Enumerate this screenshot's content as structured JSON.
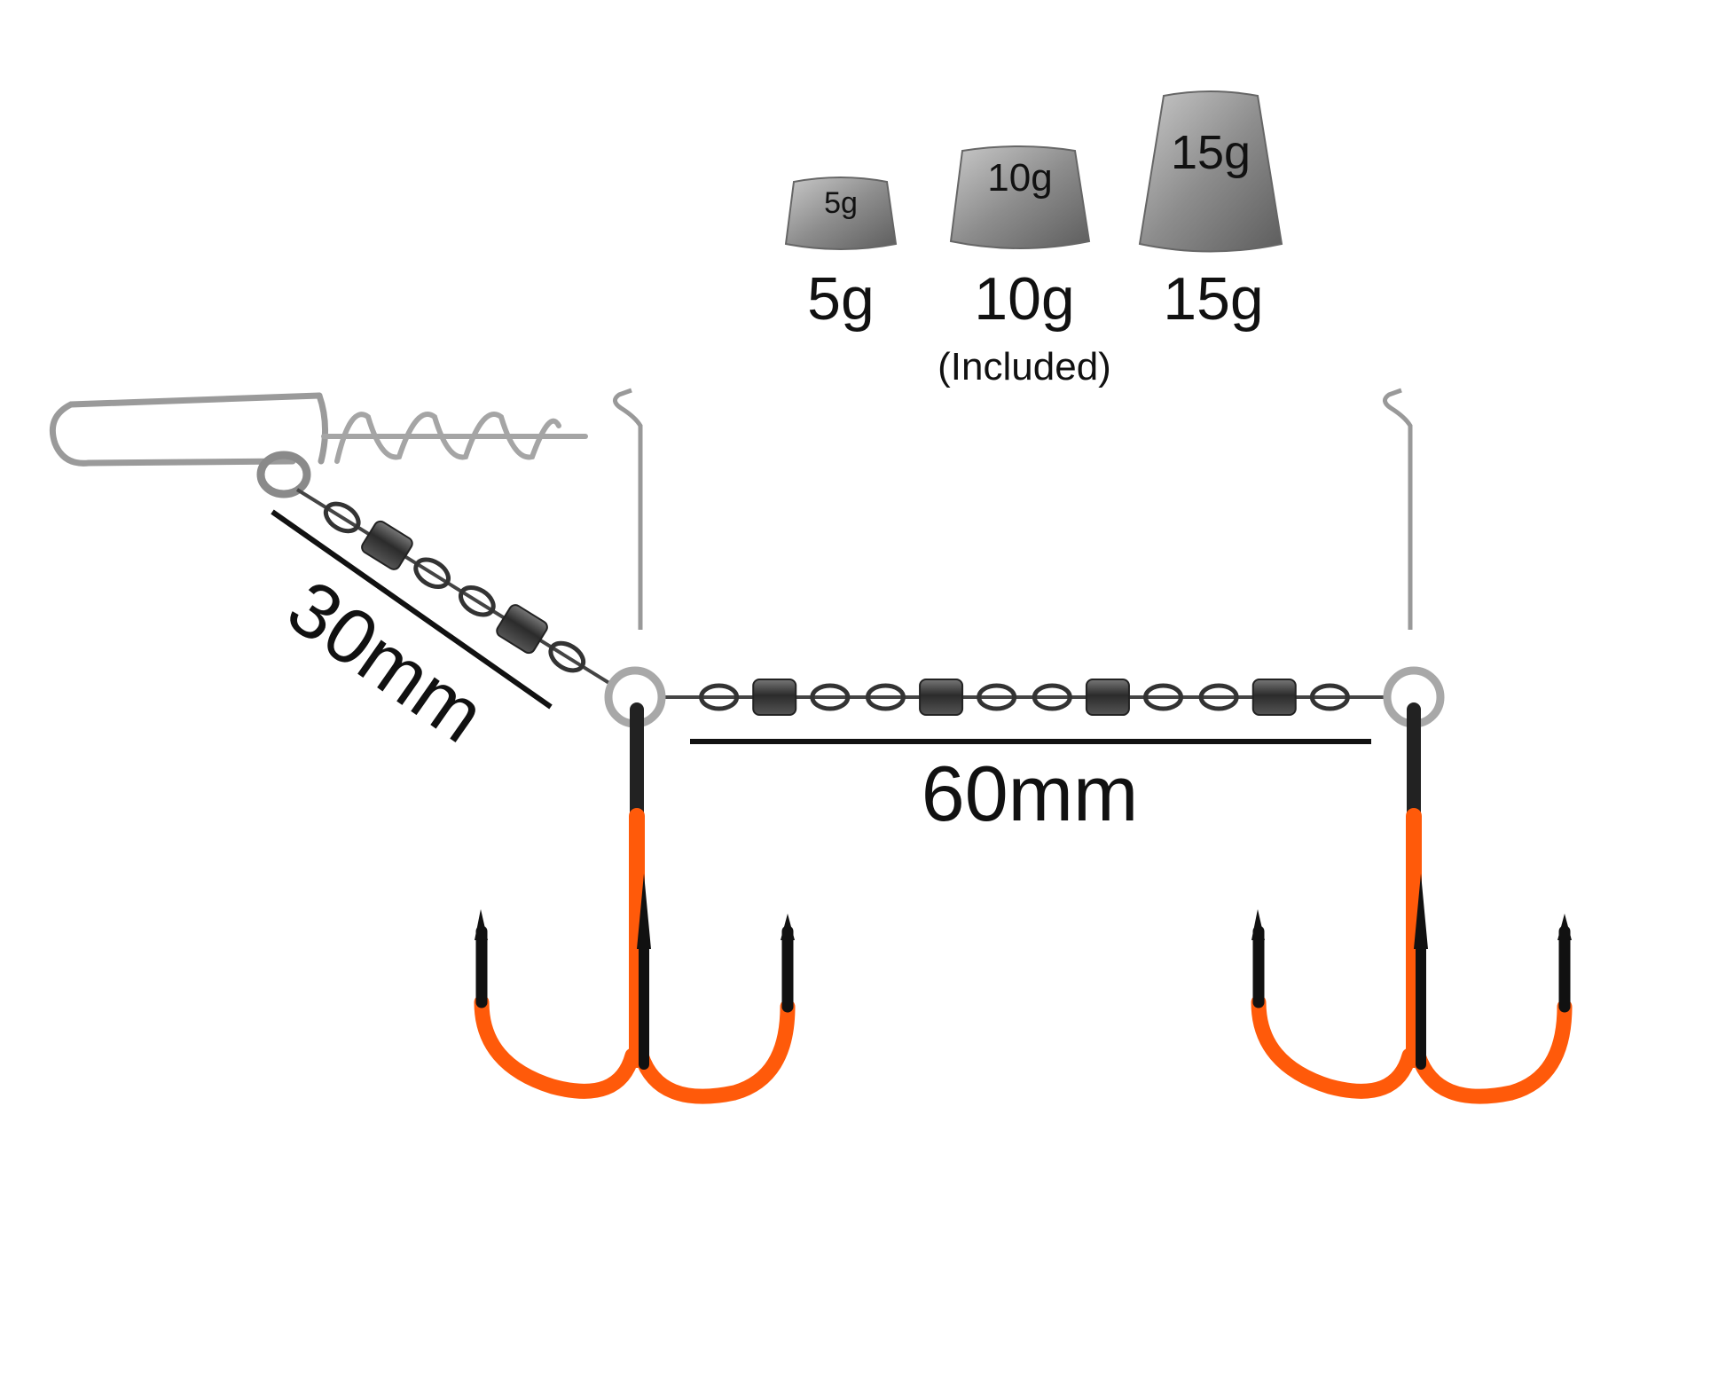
{
  "weights": [
    {
      "label": "5g",
      "stamp": "5g"
    },
    {
      "label": "10g",
      "stamp": "10g"
    },
    {
      "label": "15g",
      "stamp": "15g"
    }
  ],
  "included_note": "(Included)",
  "dimensions": {
    "short_leg": "30mm",
    "long_leg": "60mm"
  },
  "colors": {
    "hook_orange": "#ff5a0a",
    "metal": "#9a9a9a",
    "swivel": "#3a3a3a",
    "text": "#111111"
  }
}
